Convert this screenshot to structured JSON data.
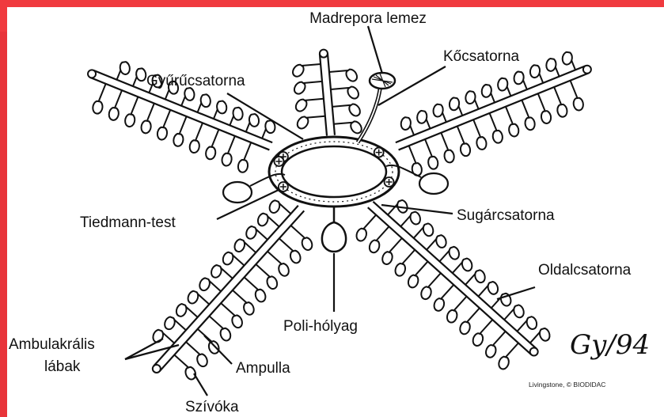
{
  "labels": {
    "madreporite": "Madrepora lemez",
    "stone_canal": "Kőcsatorna",
    "ring_canal": "Gyűrűcsatorna",
    "tiedemann": "Tiedmann-test",
    "radial_canal": "Sugárcsatorna",
    "lateral_canal": "Oldalcsatorna",
    "polian_vesicle": "Poli-hólyag",
    "tube_feet_line1": "Ambulakrális",
    "tube_feet_line2": "lábak",
    "ampulla": "Ampulla",
    "sucker": "Szívóka"
  },
  "credit": "Livingstone, © BIODIDAC",
  "signature": "Gy/94",
  "colors": {
    "background_red": "#e8343a",
    "ink": "#111111",
    "paper": "#ffffff"
  }
}
